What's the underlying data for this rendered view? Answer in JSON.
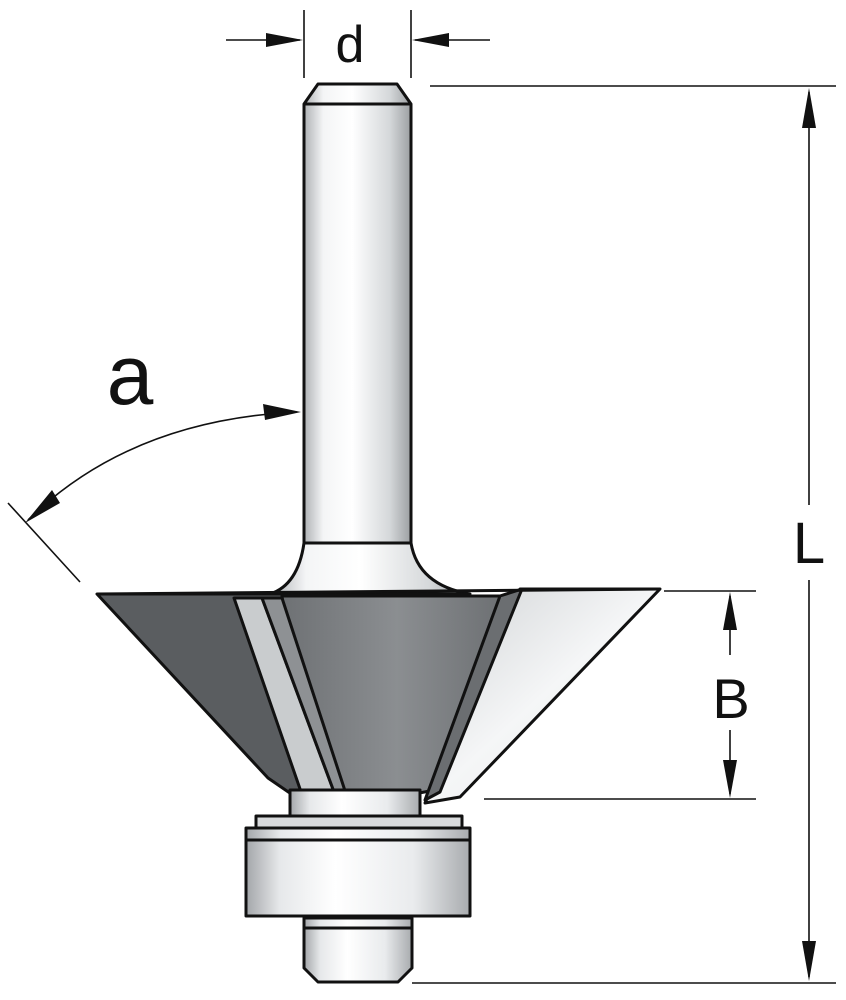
{
  "labels": {
    "shank_diameter": "d",
    "angle": "a",
    "overall_length": "L",
    "cutting_height": "B"
  },
  "colors": {
    "dark_face": "#5a5d60",
    "mid_face": "#86898c",
    "light_face": "#dfe1e3",
    "steel_light": "#eef0f1",
    "steel_shade": "#b6b9bc",
    "outline": "#111111"
  }
}
